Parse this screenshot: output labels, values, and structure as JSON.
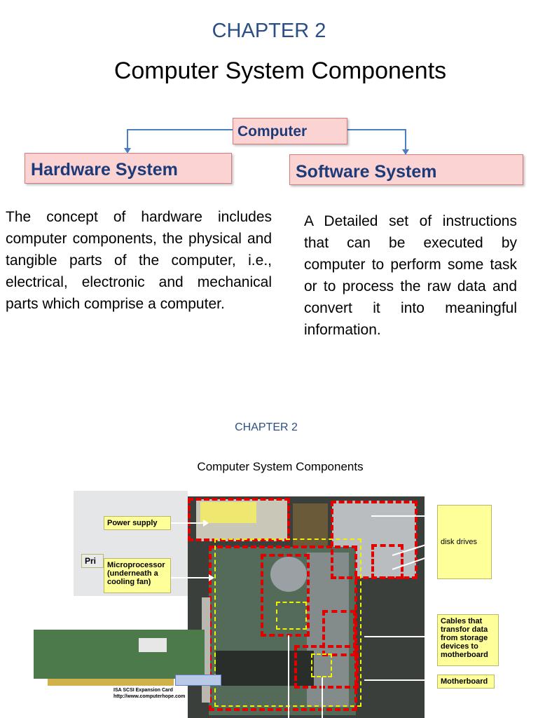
{
  "slide1": {
    "chapter": "CHAPTER 2",
    "title": "Computer System Components",
    "root_box": "Computer",
    "hardware_box": "Hardware System",
    "software_box": "Software System",
    "hardware_text": "The concept of hardware includes computer components, the physical and tangible parts of the computer, i.e., electrical, electronic and mechanical parts which comprise a computer.",
    "software_text": "A Detailed set of instructions that can be executed by computer to perform some task or to process the raw data and convert it into meaningful information."
  },
  "slide2": {
    "chapter": "CHAPTER 2",
    "title": "Computer System Components",
    "labels": {
      "power_supply": "Power supply",
      "microprocessor": "Microprocessor (underneath a cooling fan)",
      "disk_drives": "disk drives",
      "cables": "Cables that transfor data from storage devices to motherboard",
      "motherboard": "Motherboard",
      "partial_label": "Pri",
      "card_caption": "ISA SCSI Expansion Card",
      "card_url": "http://www.computerhope.com"
    }
  },
  "colors": {
    "heading_blue": "#2a4f86",
    "box_fill": "#fbd3d3",
    "label_fill": "#ffff99",
    "highlight_red": "#e00000",
    "connector_blue": "#4a7fc1"
  }
}
